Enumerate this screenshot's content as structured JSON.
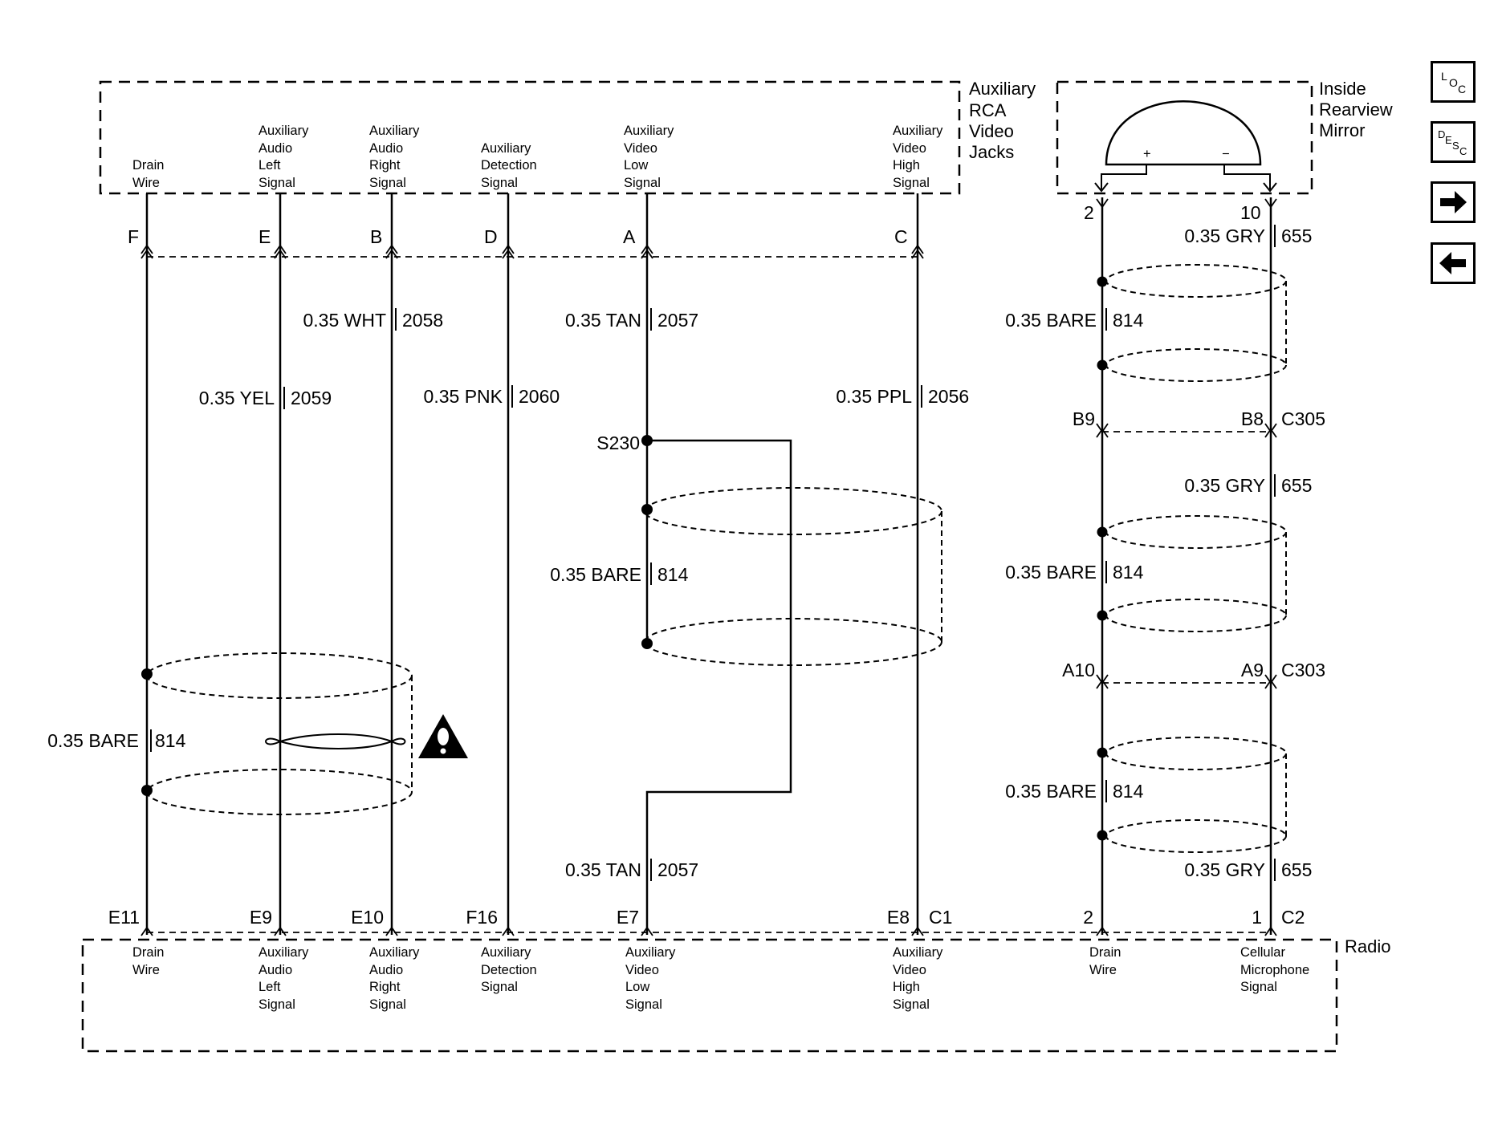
{
  "aux_rca": {
    "title": [
      "Auxiliary",
      "RCA",
      "Video",
      "Jacks"
    ],
    "labels": {
      "drain": [
        "Drain",
        "Wire"
      ],
      "audio_left": [
        "Auxiliary",
        "Audio",
        "Left",
        "Signal"
      ],
      "audio_right": [
        "Auxiliary",
        "Audio",
        "Right",
        "Signal"
      ],
      "detection": [
        "Auxiliary",
        "Detection",
        "Signal"
      ],
      "video_low": [
        "Auxiliary",
        "Video",
        "Low",
        "Signal"
      ],
      "video_high": [
        "Auxiliary",
        "Video",
        "High",
        "Signal"
      ]
    },
    "pins": {
      "drain": "F",
      "audio_left": "E",
      "audio_right": "B",
      "detection": "D",
      "video_low": "A",
      "video_high": "C"
    }
  },
  "mirror": {
    "title": [
      "Inside",
      "Rearview",
      "Mirror"
    ],
    "plus": "+",
    "minus": "−",
    "pin_left": "2",
    "pin_right": "10"
  },
  "wires": {
    "white": {
      "gauge": "0.35 WHT",
      "circuit": "2058"
    },
    "yellow": {
      "gauge": "0.35 YEL",
      "circuit": "2059"
    },
    "pink": {
      "gauge": "0.35 PNK",
      "circuit": "2060"
    },
    "tan_top": {
      "gauge": "0.35 TAN",
      "circuit": "2057"
    },
    "tan_bottom": {
      "gauge": "0.35 TAN",
      "circuit": "2057"
    },
    "purple": {
      "gauge": "0.35 PPL",
      "circuit": "2056"
    },
    "bare_left": {
      "gauge": "0.35 BARE",
      "circuit": "814"
    },
    "bare_center": {
      "gauge": "0.35 BARE",
      "circuit": "814"
    },
    "bare_right_1": {
      "gauge": "0.35 BARE",
      "circuit": "814"
    },
    "bare_right_2": {
      "gauge": "0.35 BARE",
      "circuit": "814"
    },
    "bare_right_3": {
      "gauge": "0.35 BARE",
      "circuit": "814"
    },
    "gray_1": {
      "gauge": "0.35 GRY",
      "circuit": "655"
    },
    "gray_2": {
      "gauge": "0.35 GRY",
      "circuit": "655"
    },
    "gray_3": {
      "gauge": "0.35 GRY",
      "circuit": "655"
    }
  },
  "splice": "S230",
  "connectors": {
    "c305": {
      "left": "B9",
      "right": "B8",
      "name": "C305"
    },
    "c303": {
      "left": "A10",
      "right": "A9",
      "name": "C303"
    }
  },
  "radio": {
    "title": "Radio",
    "pins": {
      "drain": "E11",
      "audio_left": "E9",
      "audio_right": "E10",
      "detection": "F16",
      "video_low": "E7",
      "video_high": "E8",
      "c1": "C1",
      "drain2": "2",
      "cell": "1",
      "c2": "C2"
    },
    "labels": {
      "drain": [
        "Drain",
        "Wire"
      ],
      "audio_left": [
        "Auxiliary",
        "Audio",
        "Left",
        "Signal"
      ],
      "audio_right": [
        "Auxiliary",
        "Audio",
        "Right",
        "Signal"
      ],
      "detection": [
        "Auxiliary",
        "Detection",
        "Signal"
      ],
      "video_low": [
        "Auxiliary",
        "Video",
        "Low",
        "Signal"
      ],
      "video_high": [
        "Auxiliary",
        "Video",
        "High",
        "Signal"
      ],
      "drain2": [
        "Drain",
        "Wire"
      ],
      "cell": [
        "Cellular",
        "Microphone",
        "Signal"
      ]
    }
  },
  "nav": {
    "loc": [
      "L",
      "O",
      "C"
    ],
    "desc": [
      "D",
      "E",
      "S",
      "C"
    ]
  }
}
